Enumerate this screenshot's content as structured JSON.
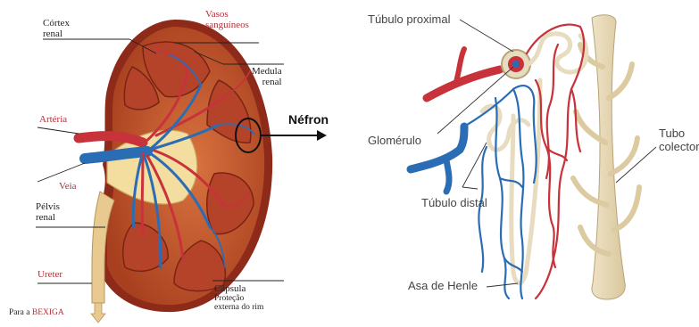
{
  "kidney_labels": {
    "cortex_1": "Córtex",
    "cortex_2": "renal",
    "vasos_1": "Vasos",
    "vasos_2": "sanguíneos",
    "medula_1": "Medula",
    "medula_2": "renal",
    "arteria": "Artéria",
    "veia": "Veia",
    "pelvis_1": "Pélvis",
    "pelvis_2": "renal",
    "ureter": "Ureter",
    "bexiga_prefix": "Para a",
    "bexiga": "BEXIGA",
    "capsula": "Cápsula",
    "capsula_desc_1": "Proteção",
    "capsula_desc_2": "externa do rim",
    "nefron": "Néfron"
  },
  "nephron_labels": {
    "tubulo_proximal": "Túbulo proximal",
    "glomerulo": "Glomérulo",
    "tubulo_distal": "Túbulo distal",
    "asa_henle": "Asa de Henle",
    "tubo_1": "Tubo",
    "tubo_2": "colector"
  },
  "colors": {
    "artery": "#c8323a",
    "vein": "#2a6db5",
    "cortex": "#c75a2e",
    "medulla": "#a83a24",
    "tubule": "#e8dcc0"
  }
}
